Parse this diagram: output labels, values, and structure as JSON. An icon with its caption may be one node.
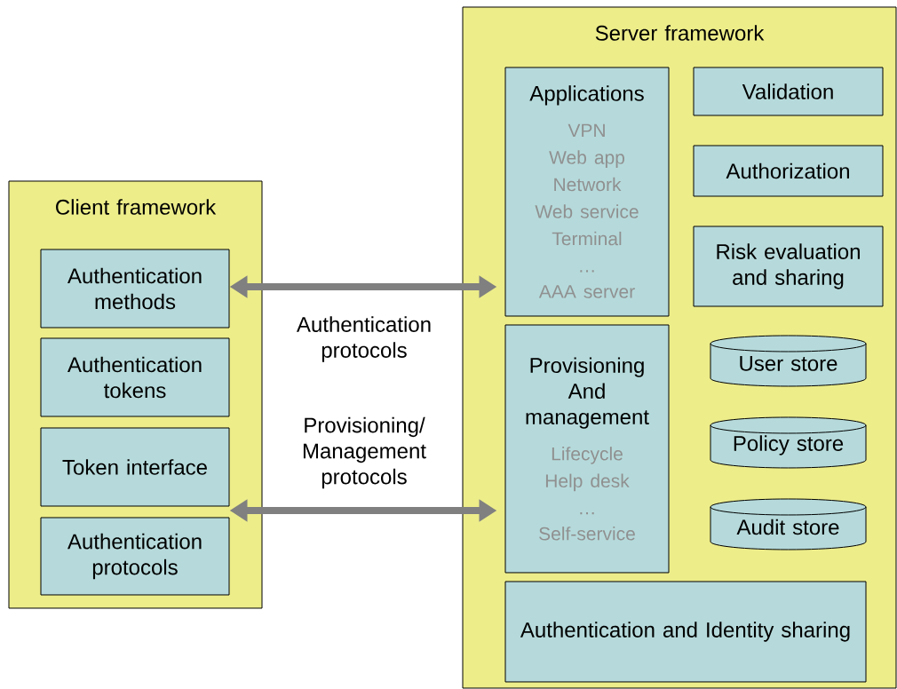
{
  "diagram": {
    "nodes": [
      {
        "text": [
          "Client framework"
        ]
      },
      {
        "text": [
          "Authentication methods"
        ],
        "in": 0
      },
      {
        "text": [
          "Authentication tokens"
        ],
        "in": 0
      },
      {
        "text": [
          "Token interface"
        ],
        "in": 0
      },
      {
        "text": [
          "Authentication protocols"
        ],
        "in": 0
      },
      {
        "text": [
          "Server framework"
        ]
      },
      {
        "text": [
          "Applications",
          "VPN",
          "Web app",
          "Network",
          "Web service",
          "Terminal",
          "…",
          "AAA server"
        ],
        "in": 5
      },
      {
        "text": [
          "Validation"
        ],
        "in": 5
      },
      {
        "text": [
          "Authorization"
        ],
        "in": 5
      },
      {
        "text": [
          "Risk evaluation and sharing"
        ],
        "in": 5
      },
      {
        "text": [
          "Provisioning And management",
          "Lifecycle",
          "Help desk",
          "…",
          "Self-service"
        ],
        "in": 5
      },
      {
        "text": [
          "User store"
        ],
        "in": 5
      },
      {
        "text": [
          "Policy store"
        ],
        "in": 5
      },
      {
        "text": [
          "Audit store"
        ],
        "in": 5
      },
      {
        "text": [
          "Authentication and Identity sharing"
        ],
        "in": 5
      }
    ],
    "edges": [
      {
        "from": 1,
        "to": 6,
        "arrow": "both",
        "label": "Authentication protocols"
      },
      {
        "from": 4,
        "to": 10,
        "arrow": "both",
        "label": "Provisioning/ Management protocols"
      }
    ]
  }
}
